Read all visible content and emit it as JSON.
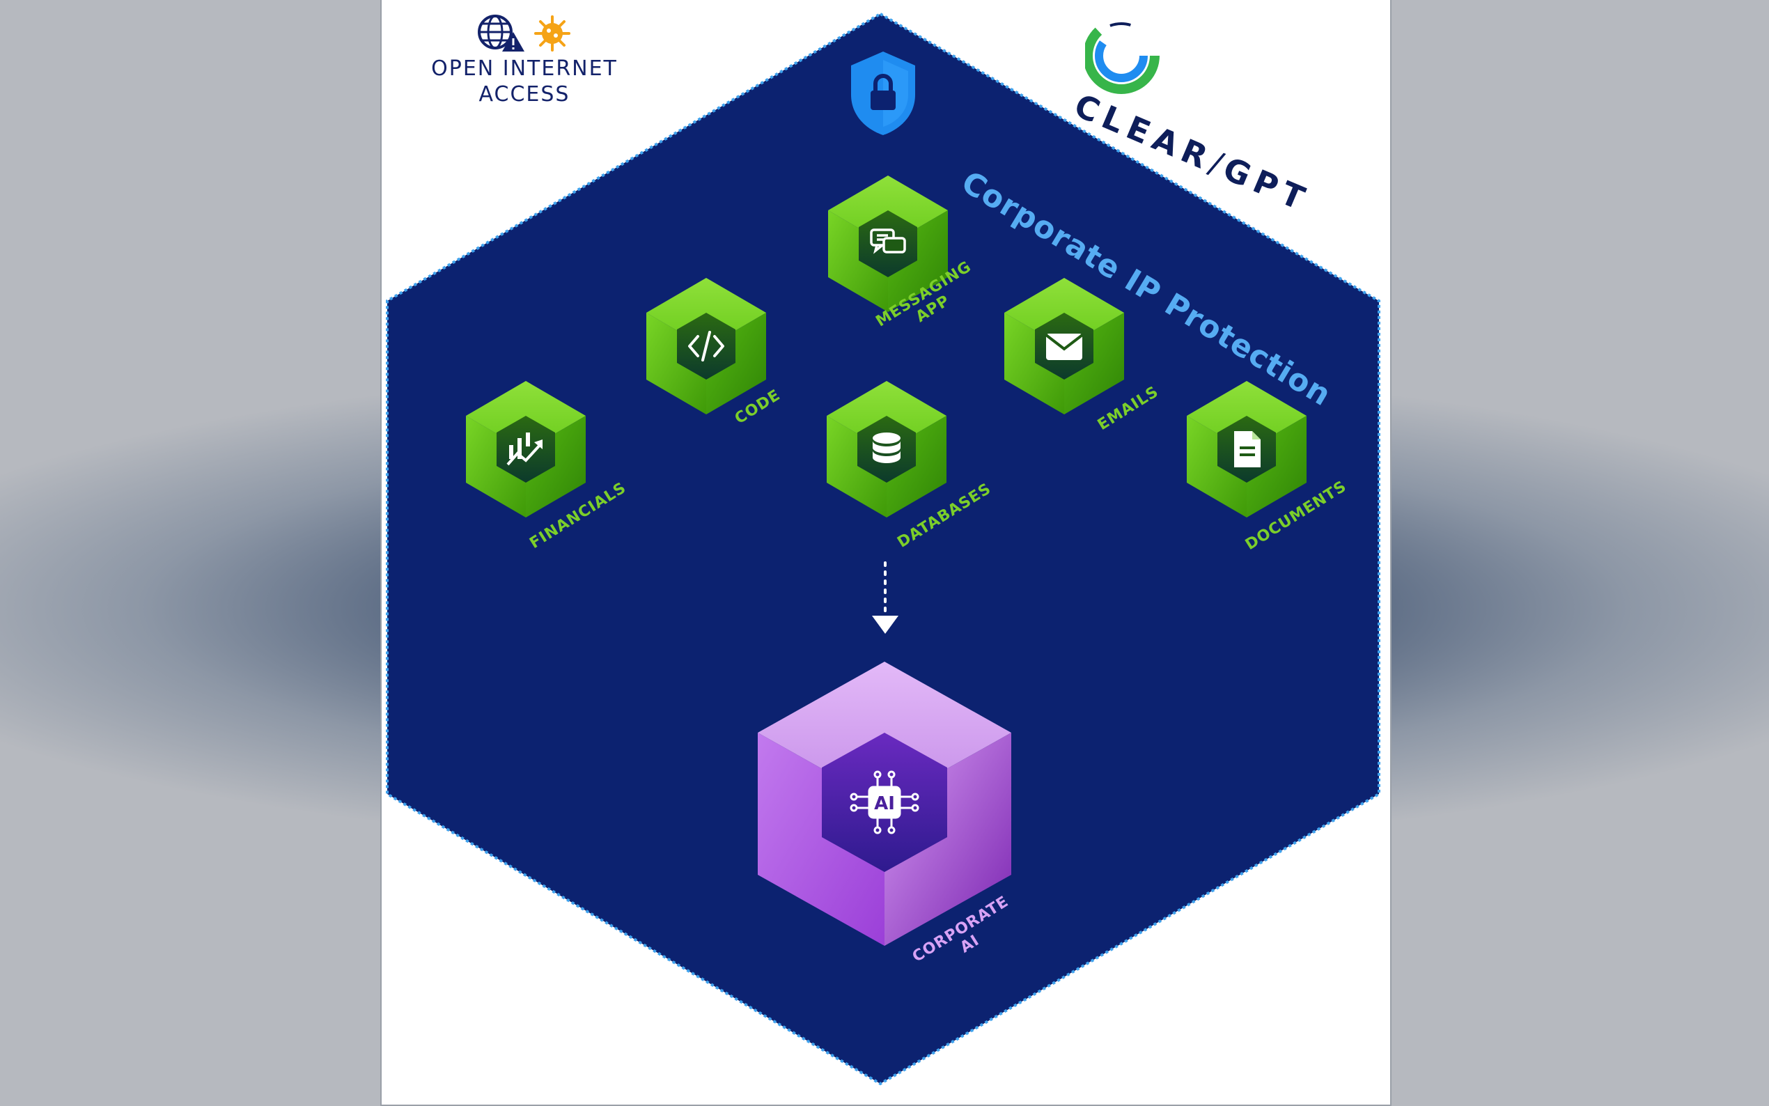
{
  "open_internet": {
    "label": "OPEN INTERNET ACCESS",
    "line1": "OPEN INTERNET",
    "line2": "ACCESS"
  },
  "logo": {
    "word_left": "CLEAR",
    "divider": "/",
    "word_right": "GPT"
  },
  "banner": "Corporate IP Protection",
  "nodes": [
    {
      "id": "messaging",
      "line1": "MESSAGING",
      "line2": "APP",
      "icon": "chat-bubbles-icon"
    },
    {
      "id": "code",
      "line1": "CODE",
      "line2": "",
      "icon": "code-brackets-icon"
    },
    {
      "id": "emails",
      "line1": "EMAILS",
      "line2": "",
      "icon": "envelope-icon"
    },
    {
      "id": "financials",
      "line1": "FINANCIALS",
      "line2": "",
      "icon": "chart-trend-icon"
    },
    {
      "id": "databases",
      "line1": "DATABASES",
      "line2": "",
      "icon": "database-icon"
    },
    {
      "id": "documents",
      "line1": "DOCUMENTS",
      "line2": "",
      "icon": "document-icon"
    }
  ],
  "target": {
    "line1": "CORPORATE",
    "line2": "AI",
    "chip_text": "AI",
    "icon": "ai-chip-icon"
  },
  "colors": {
    "frame_fill": "#0c2270",
    "frame_border": "#3ea2ee",
    "green_cube": "#5fc10e",
    "purple_cube": "#b566e6",
    "shield": "#1f8cf0",
    "label_green": "#7ccf2a",
    "label_purple": "#d8a2f5"
  },
  "icons": [
    "globe-warning-icon",
    "virus-icon",
    "shield-lock-icon",
    "clear-gpt-logo-icon",
    "down-arrow-icon"
  ]
}
